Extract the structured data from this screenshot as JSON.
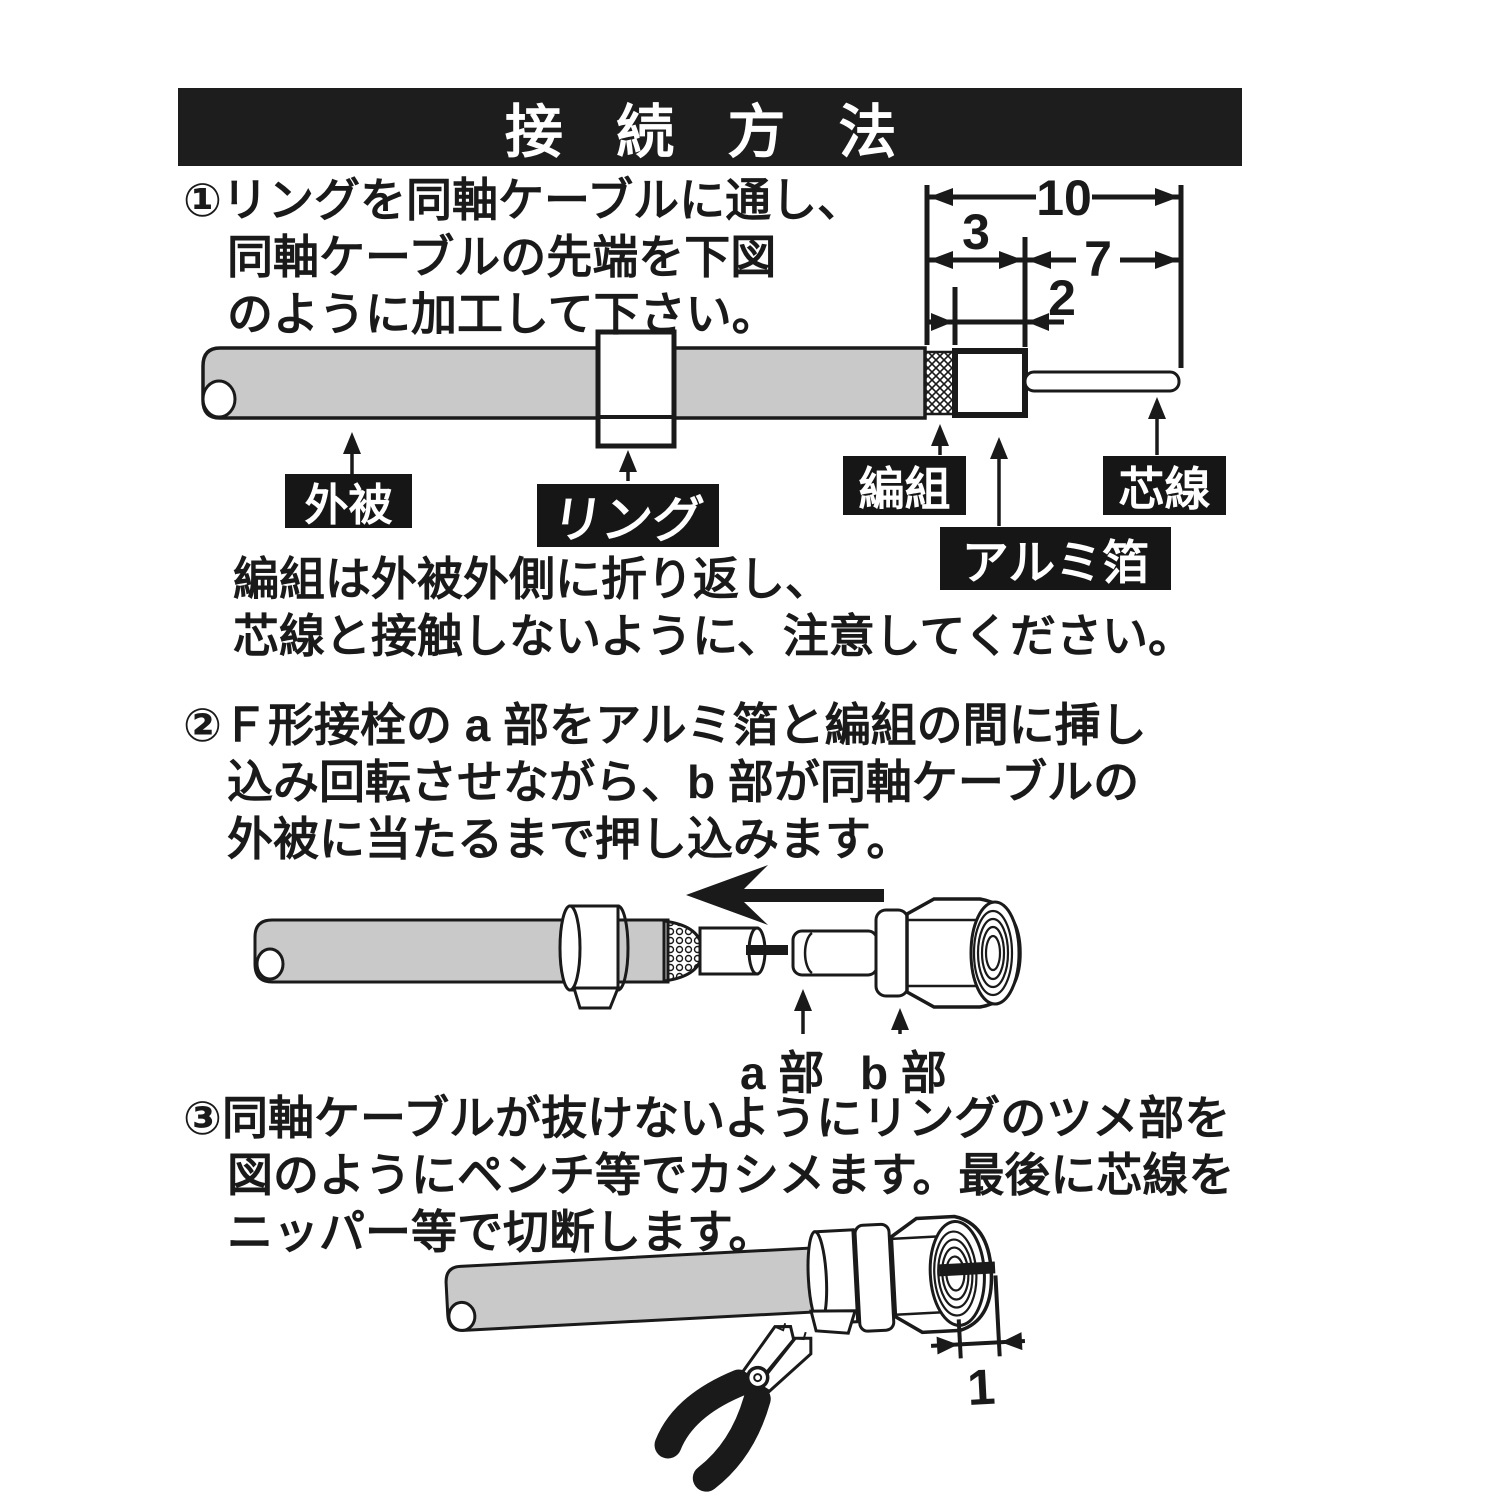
{
  "title": "接 続 方 法",
  "steps": {
    "step1": {
      "lines": [
        "①リングを同軸ケーブルに通し、",
        "同軸ケーブルの先端を下図",
        "のように加工して下さい。"
      ]
    },
    "note": {
      "lines": [
        "編組は外被外側に折り返し、",
        "芯線と接触しないように、注意してください。"
      ]
    },
    "step2": {
      "lines": [
        "②Ｆ形接栓の a 部をアルミ箔と編組の間に挿し",
        "込み回転させながら、b 部が同軸ケーブルの",
        "外被に当たるまで押し込みます。"
      ],
      "part_a_label": "a 部",
      "part_b_label": "b 部"
    },
    "step3": {
      "lines": [
        "③同軸ケーブルが抜けないようにリングのツメ部を",
        "図のようにペンチ等でカシメます。最後に芯線を",
        "ニッパー等で切断します。"
      ]
    }
  },
  "diagram1": {
    "dim_10": "10",
    "dim_3": "3",
    "dim_7": "7",
    "dim_2": "2",
    "labels": {
      "sheath": "外被",
      "ring": "リング",
      "braid": "編組",
      "core_wire": "芯線",
      "foil": "アルミ箔"
    }
  },
  "diagram3": {
    "dim_1": "1"
  },
  "colors": {
    "ink": "#1a1a1a",
    "cable_gray": "#c9c9c9",
    "label_bg": "#161616",
    "label_fg": "#ffffff",
    "title_bg": "#1d1d1d"
  }
}
